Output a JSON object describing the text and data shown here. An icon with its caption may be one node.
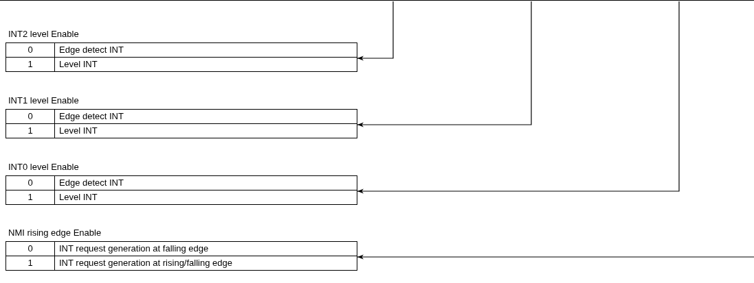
{
  "diagram": {
    "nodes": [
      {
        "text": [],
        "shape": "bar"
      },
      {
        "text": [
          "INT2 level Enable",
          "0",
          "Edge detect INT",
          "1",
          "Level INT"
        ]
      },
      {
        "text": [
          "INT1 level Enable",
          "0",
          "Edge detect INT",
          "1",
          "Level INT"
        ]
      },
      {
        "text": [
          "INT0 level Enable",
          "0",
          "Edge detect INT",
          "1",
          "Level INT"
        ]
      },
      {
        "text": [
          "NMI rising edge Enable",
          "0",
          "INT request generation at falling edge",
          "1",
          "INT request generation at rising/falling edge"
        ]
      }
    ],
    "edges": [
      {
        "from": 0,
        "to": 1,
        "arrow": "to"
      },
      {
        "from": 0,
        "to": 2,
        "arrow": "to"
      },
      {
        "from": 0,
        "to": 3,
        "arrow": "to"
      },
      {
        "from": null,
        "to": 4,
        "arrow": "to"
      }
    ]
  }
}
